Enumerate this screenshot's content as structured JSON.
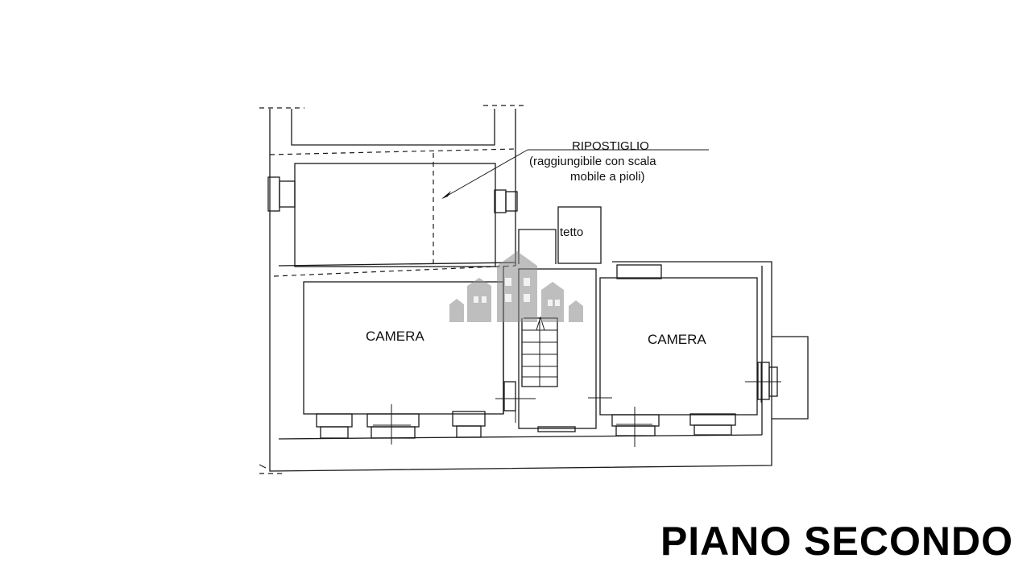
{
  "labels": {
    "ripostiglio": "RIPOSTIGLIO",
    "ripostiglio_note_1": "(raggiungibile con scala",
    "ripostiglio_note_2": "mobile a pioli)",
    "tetto": "tetto",
    "camera_left": "CAMERA",
    "camera_right": "CAMERA"
  },
  "title": "PIANO SECONDO"
}
